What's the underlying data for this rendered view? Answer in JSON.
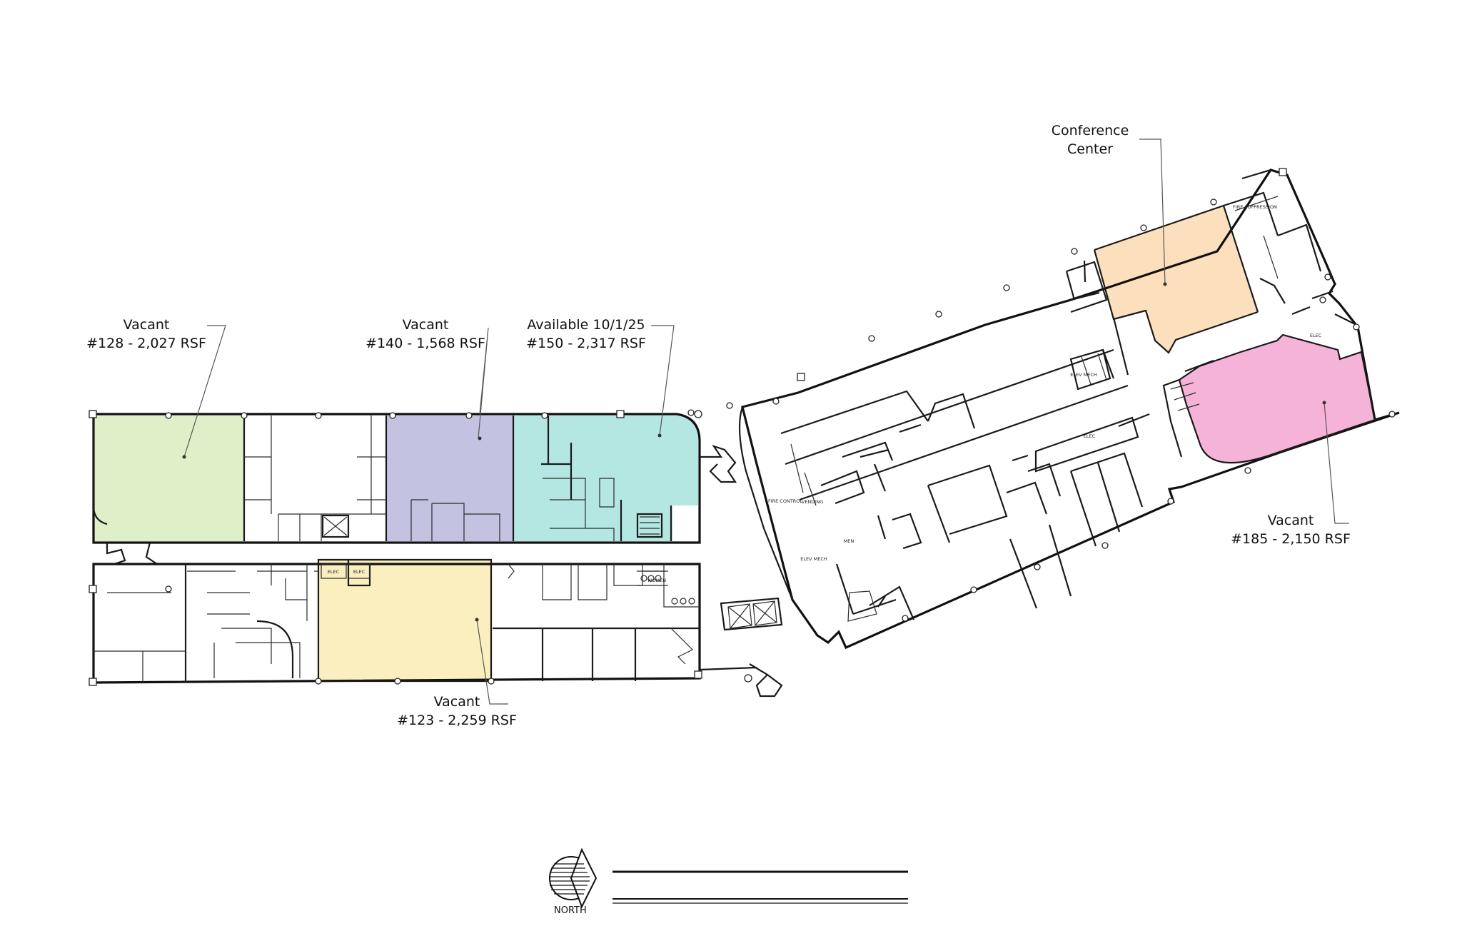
{
  "callouts": {
    "s128": {
      "status": "Vacant",
      "detail": "#128 - 2,027 RSF"
    },
    "s140": {
      "status": "Vacant",
      "detail": "#140 - 1,568 RSF"
    },
    "s150": {
      "status": "Available 10/1/25",
      "detail": "#150 - 2,317 RSF"
    },
    "s123": {
      "status": "Vacant",
      "detail": "#123 - 2,259 RSF"
    },
    "s185": {
      "status": "Vacant",
      "detail": "#185 - 2,150 RSF"
    },
    "conference": {
      "line1": "Conference",
      "line2": "Center"
    }
  },
  "room_labels": {
    "elec_a": "ELEC",
    "elec_b": "ELEC",
    "elec_c": "ELEC",
    "elec_d": "ELEC",
    "women": "WOMEN",
    "men": "MEN",
    "vending": "VENDING",
    "fire_control": "FIRE CONTROL",
    "fire_suppression": "FIRE SUPPRESSION",
    "elev_mech_a": "ELEV MECH",
    "elev_mech_b": "ELEV MECH"
  },
  "north": {
    "label": "NORTH"
  },
  "colors": {
    "s128": "#dff0c8",
    "s140": "#c3c3e1",
    "s150": "#b4e6e2",
    "s123": "#fbefc0",
    "conference": "#fce0bd",
    "s185": "#f6b3d8"
  }
}
